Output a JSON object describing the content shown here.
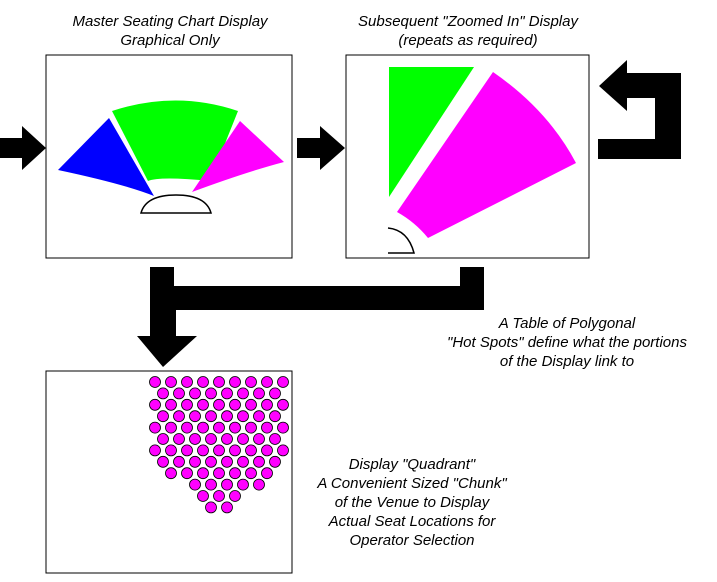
{
  "colors": {
    "blue": "#0000ff",
    "green": "#00ff00",
    "magenta": "#ff00ff",
    "black": "#000000",
    "white": "#ffffff"
  },
  "master": {
    "title_line1": "Master Seating Chart Display",
    "title_line2": "Graphical Only"
  },
  "zoomed": {
    "title_line1": "Subsequent \"Zoomed In\" Display",
    "title_line2": "(repeats as required)"
  },
  "hotspots": {
    "line1": "A Table of Polygonal",
    "line2": "\"Hot Spots\" define what the portions",
    "line3": "of the Display link to"
  },
  "quadrant": {
    "line1": "Display \"Quadrant\"",
    "line2": "A Convenient Sized \"Chunk\"",
    "line3": "of the Venue to Display",
    "line4": "Actual Seat Locations for",
    "line5": "Operator Selection"
  }
}
